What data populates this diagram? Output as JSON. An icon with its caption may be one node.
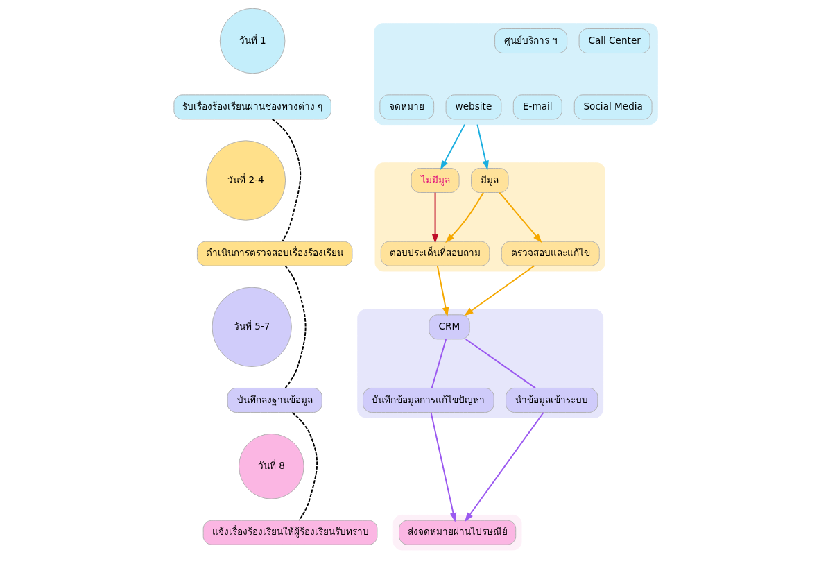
{
  "diagram": {
    "nodes": [
      {
        "text": [
          "วันที่ 1"
        ]
      },
      {
        "text": [
          "รับเรื่องร้องเรียนผ่านช่องทางต่าง ๆ"
        ]
      },
      {
        "text": [
          "วันที่ 2-4"
        ]
      },
      {
        "text": [
          "ดำเนินการตรวจสอบเรื่องร้องเรียน"
        ]
      },
      {
        "text": [
          "วันที่ 5-7"
        ]
      },
      {
        "text": [
          "บันทึกลงฐานข้อมูล"
        ]
      },
      {
        "text": [
          "วันที่ 8"
        ]
      },
      {
        "text": [
          "แจ้งเรื่องร้องเรียนให้ผู้ร้องเรียนรับทราบ"
        ]
      },
      {
        "text": [],
        "shape": "box"
      },
      {
        "text": [
          "Call Center"
        ],
        "in": 8
      },
      {
        "text": [
          "ศูนย์บริการ ฯ"
        ],
        "in": 8
      },
      {
        "text": [
          "Social Media"
        ],
        "in": 8
      },
      {
        "text": [
          "website"
        ],
        "in": 8
      },
      {
        "text": [
          "E-mail"
        ],
        "in": 8
      },
      {
        "text": [
          "จดหมาย"
        ],
        "in": 8
      },
      {
        "text": [],
        "shape": "box"
      },
      {
        "text": [
          "มีมูล"
        ],
        "in": 15
      },
      {
        "text": [
          "ไม่มีมูล"
        ],
        "in": 15
      },
      {
        "text": [
          "ตรวจสอบและแก้ไข"
        ],
        "in": 15
      },
      {
        "text": [
          "ตอบประเด็นที่สอบถาม"
        ],
        "in": 15
      },
      {
        "text": [],
        "shape": "box"
      },
      {
        "text": [
          "CRM"
        ],
        "in": 20
      },
      {
        "text": [
          "บันทึกข้อมูลการแก้ไขปัญหา"
        ],
        "in": 20
      },
      {
        "text": [
          "นำข้อมูลเข้าระบบ"
        ],
        "in": 20
      },
      {
        "text": [],
        "shape": "box"
      },
      {
        "text": [
          "ส่งจดหมายผ่านไปรษณีย์"
        ],
        "in": 24
      }
    ],
    "edges": [
      {
        "from": 1,
        "to": 3,
        "arrow": "none",
        "style": "dashed",
        "color": "#000000"
      },
      {
        "from": 3,
        "to": 5,
        "arrow": "none",
        "style": "dashed",
        "color": "#000000"
      },
      {
        "from": 5,
        "to": 7,
        "arrow": "none",
        "style": "dashed",
        "color": "#000000"
      },
      {
        "from": 8,
        "to": 16,
        "arrow": "to",
        "color": "#1aaee0"
      },
      {
        "from": 8,
        "to": 17,
        "arrow": "to",
        "color": "#1aaee0"
      },
      {
        "from": 16,
        "to": 18,
        "arrow": "to",
        "color": "#f5a800"
      },
      {
        "from": 16,
        "to": 19,
        "arrow": "to",
        "color": "#f5a800"
      },
      {
        "from": 17,
        "to": 19,
        "arrow": "to",
        "color": "#c0102a"
      },
      {
        "from": 18,
        "to": 21,
        "arrow": "to",
        "color": "#f5a800"
      },
      {
        "from": 19,
        "to": 21,
        "arrow": "to",
        "color": "#f5a800"
      },
      {
        "from": 21,
        "to": 22,
        "arrow": "none",
        "color": "#9b59f0"
      },
      {
        "from": 21,
        "to": 23,
        "arrow": "none",
        "color": "#9b59f0"
      },
      {
        "from": 22,
        "to": 25,
        "arrow": "to",
        "color": "#9b59f0"
      },
      {
        "from": 23,
        "to": 25,
        "arrow": "to",
        "color": "#9b59f0"
      }
    ]
  }
}
